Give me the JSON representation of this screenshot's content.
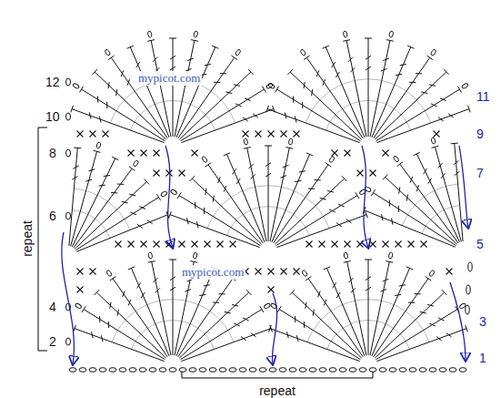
{
  "diagram": {
    "labels": [
      "12",
      "11",
      "mypicot.com",
      "10",
      "9",
      "8",
      "7",
      "6",
      "5",
      "4",
      "3",
      "mypicot.com",
      "2",
      "1",
      "repeat",
      "repeat"
    ]
  }
}
